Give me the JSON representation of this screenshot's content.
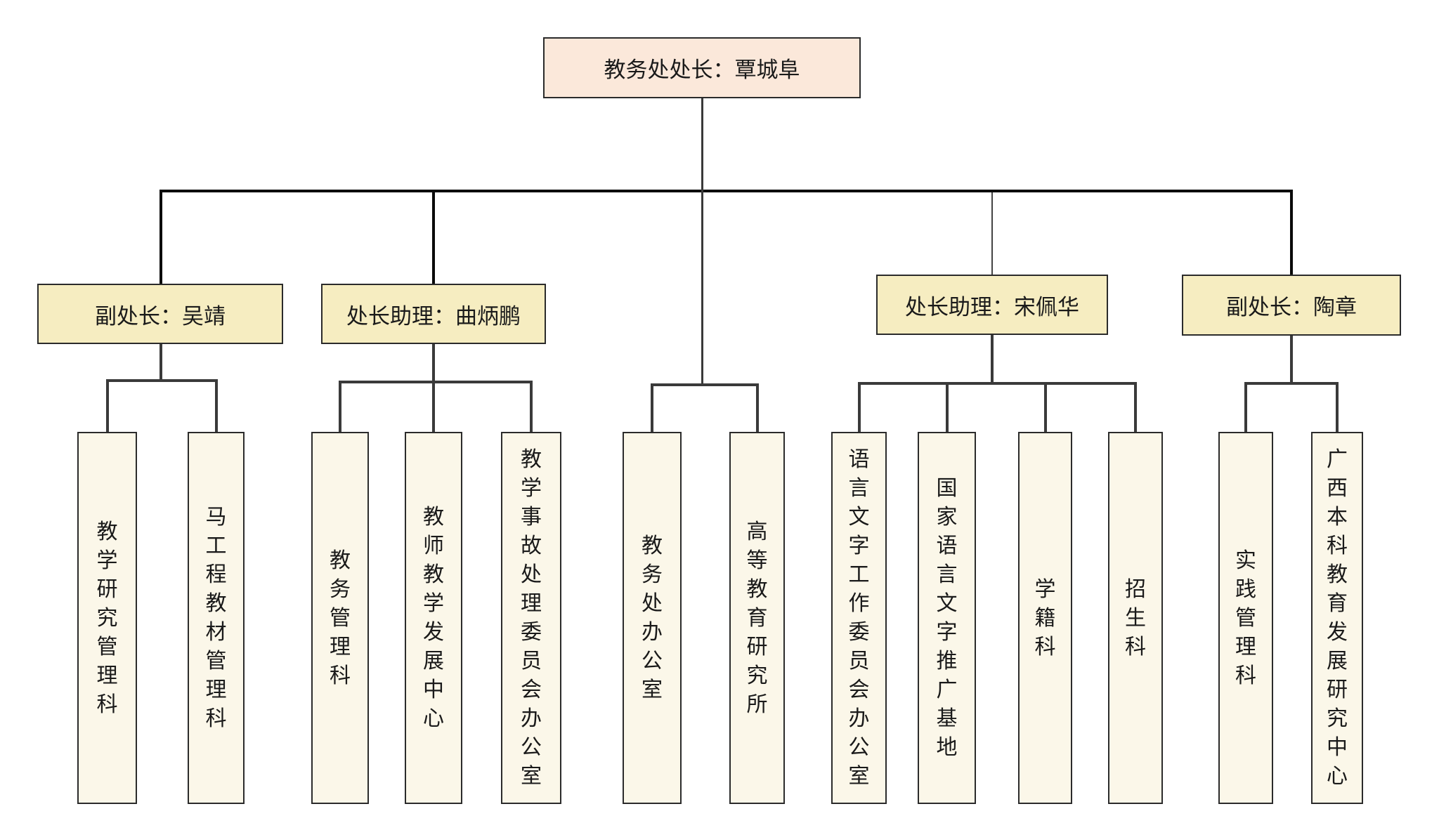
{
  "colors": {
    "root_fill": "#fbe8da",
    "manager_fill": "#f6edc1",
    "unit_fill": "#fbf7e9",
    "border": "#2b2b2b",
    "connector": "#3a3a3a"
  },
  "root": {
    "label": "教务处处长：覃城阜"
  },
  "managers": [
    {
      "label": "副处长：吴靖",
      "units": [
        "教学研究管理科",
        "马工程教材管理科"
      ]
    },
    {
      "label": "处长助理：曲炳鹏",
      "units": [
        "教务管理科",
        "教师教学发展中心",
        "教学事故处理委员会办公室"
      ]
    },
    {
      "label": null,
      "units": [
        "教务处办公室",
        "高等教育研究所"
      ]
    },
    {
      "label": "处长助理：宋佩华",
      "units": [
        "语言文字工作委员会办公室",
        "国家语言文字推广基地",
        "学籍科",
        "招生科"
      ]
    },
    {
      "label": "副处长：陶章",
      "units": [
        "实践管理科",
        "广西本科教育发展研究中心"
      ]
    }
  ]
}
